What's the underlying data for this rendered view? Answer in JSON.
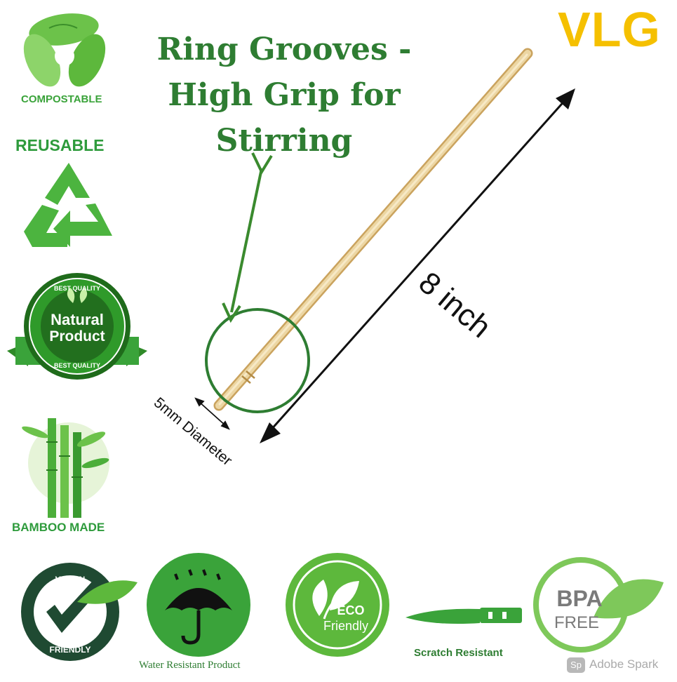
{
  "brand": "VLG",
  "headline": {
    "line1": "Ring Grooves -",
    "line2": "High Grip for",
    "line3": "Stirring"
  },
  "dimensions": {
    "length": "8 inch",
    "diameter": "5mm Diameter"
  },
  "badges": {
    "compostable": "COMPOSTABLE",
    "reusable": "REUSABLE",
    "natural_top": "BEST QUALITY",
    "natural_line1": "Natural",
    "natural_line2": "Product",
    "natural_bottom": "BEST QUALITY",
    "bamboo": "BAMBOO MADE",
    "vegan_top": "VEGAN",
    "vegan_bottom": "FRIENDLY",
    "water": "Water Resistant Product",
    "eco_line1": "ECO",
    "eco_line2": "Friendly",
    "scratch": "Scratch Resistant",
    "bpa_line1": "BPA",
    "bpa_line2": "FREE"
  },
  "watermark": {
    "badge": "Sp",
    "text": "Adobe Spark"
  },
  "colors": {
    "brand": "#f5c000",
    "headline": "#2e7d32",
    "badge_green": "#3aa33a",
    "bamboo_stick": "#e8cf96"
  }
}
